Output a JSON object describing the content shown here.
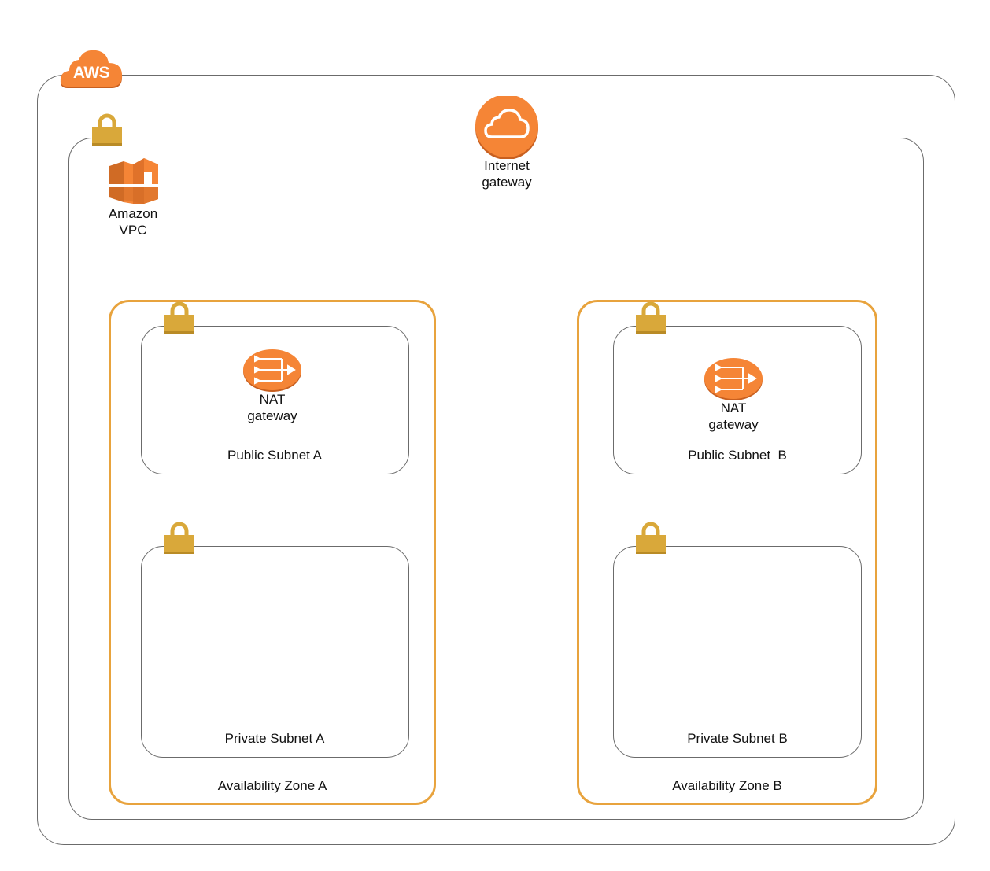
{
  "diagram": {
    "aws": {
      "badge": "AWS",
      "color": "#f58536"
    },
    "vpc": {
      "label_line1": "Amazon",
      "label_line2": "VPC"
    },
    "internet_gateway": {
      "label_line1": "Internet",
      "label_line2": "gateway"
    },
    "zones": [
      {
        "label": "Availability Zone A",
        "public_subnet": {
          "label": "Public Subnet A",
          "nat_line1": "NAT",
          "nat_line2": "gateway"
        },
        "private_subnet": {
          "label": "Private Subnet A"
        }
      },
      {
        "label": "Availability Zone B",
        "public_subnet": {
          "label": "Public Subnet  B",
          "nat_line1": "NAT",
          "nat_line2": "gateway"
        },
        "private_subnet": {
          "label": "Private Subnet B"
        }
      }
    ],
    "colors": {
      "orange": "#f58536",
      "lock": "#d9a83a",
      "zone_border": "#e8a33d",
      "line": "#6b6b6b"
    }
  }
}
